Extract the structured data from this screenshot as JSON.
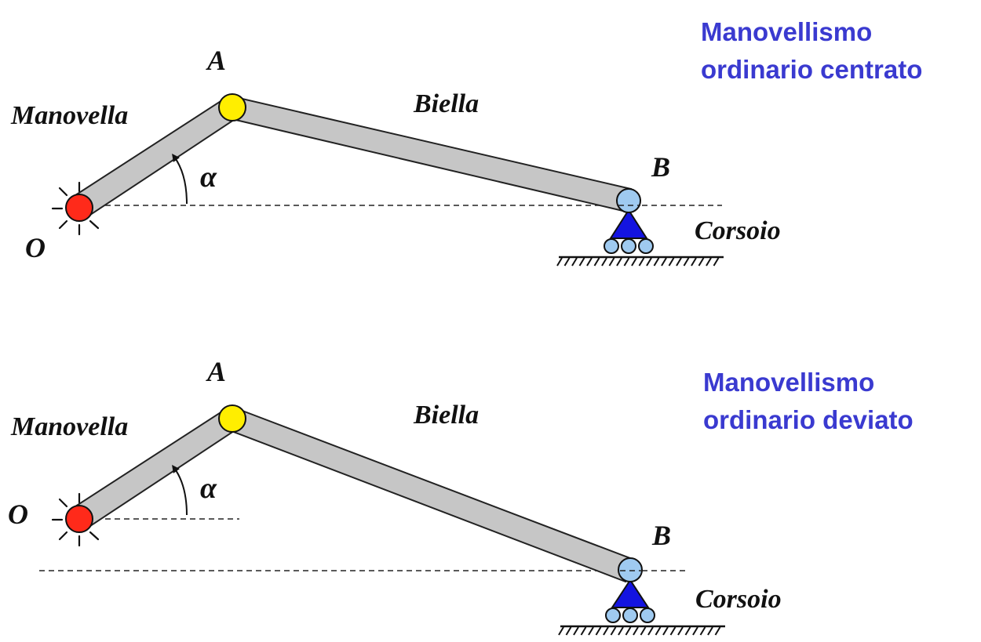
{
  "colors": {
    "title": "#3a3ad0",
    "link_fill": "#c6c6c6",
    "crank_pin_O": "#ff2a1a",
    "joint_A": "#ffee00",
    "joint_B": "#9fcaf0",
    "slider_triangle": "#1414e0",
    "rollers": "#9fcaf0"
  },
  "diagrams": [
    {
      "title_line1": "Manovellismo",
      "title_line2": "ordinario centrato",
      "labels": {
        "crank": "Manovella",
        "rod": "Biella",
        "slider": "Corsoio",
        "point_O": "O",
        "point_A": "A",
        "point_B": "B",
        "angle": "α"
      }
    },
    {
      "title_line1": "Manovellismo",
      "title_line2": "ordinario deviato",
      "labels": {
        "crank": "Manovella",
        "rod": "Biella",
        "slider": "Corsoio",
        "point_O": "O",
        "point_A": "A",
        "point_B": "B",
        "angle": "α"
      }
    }
  ]
}
